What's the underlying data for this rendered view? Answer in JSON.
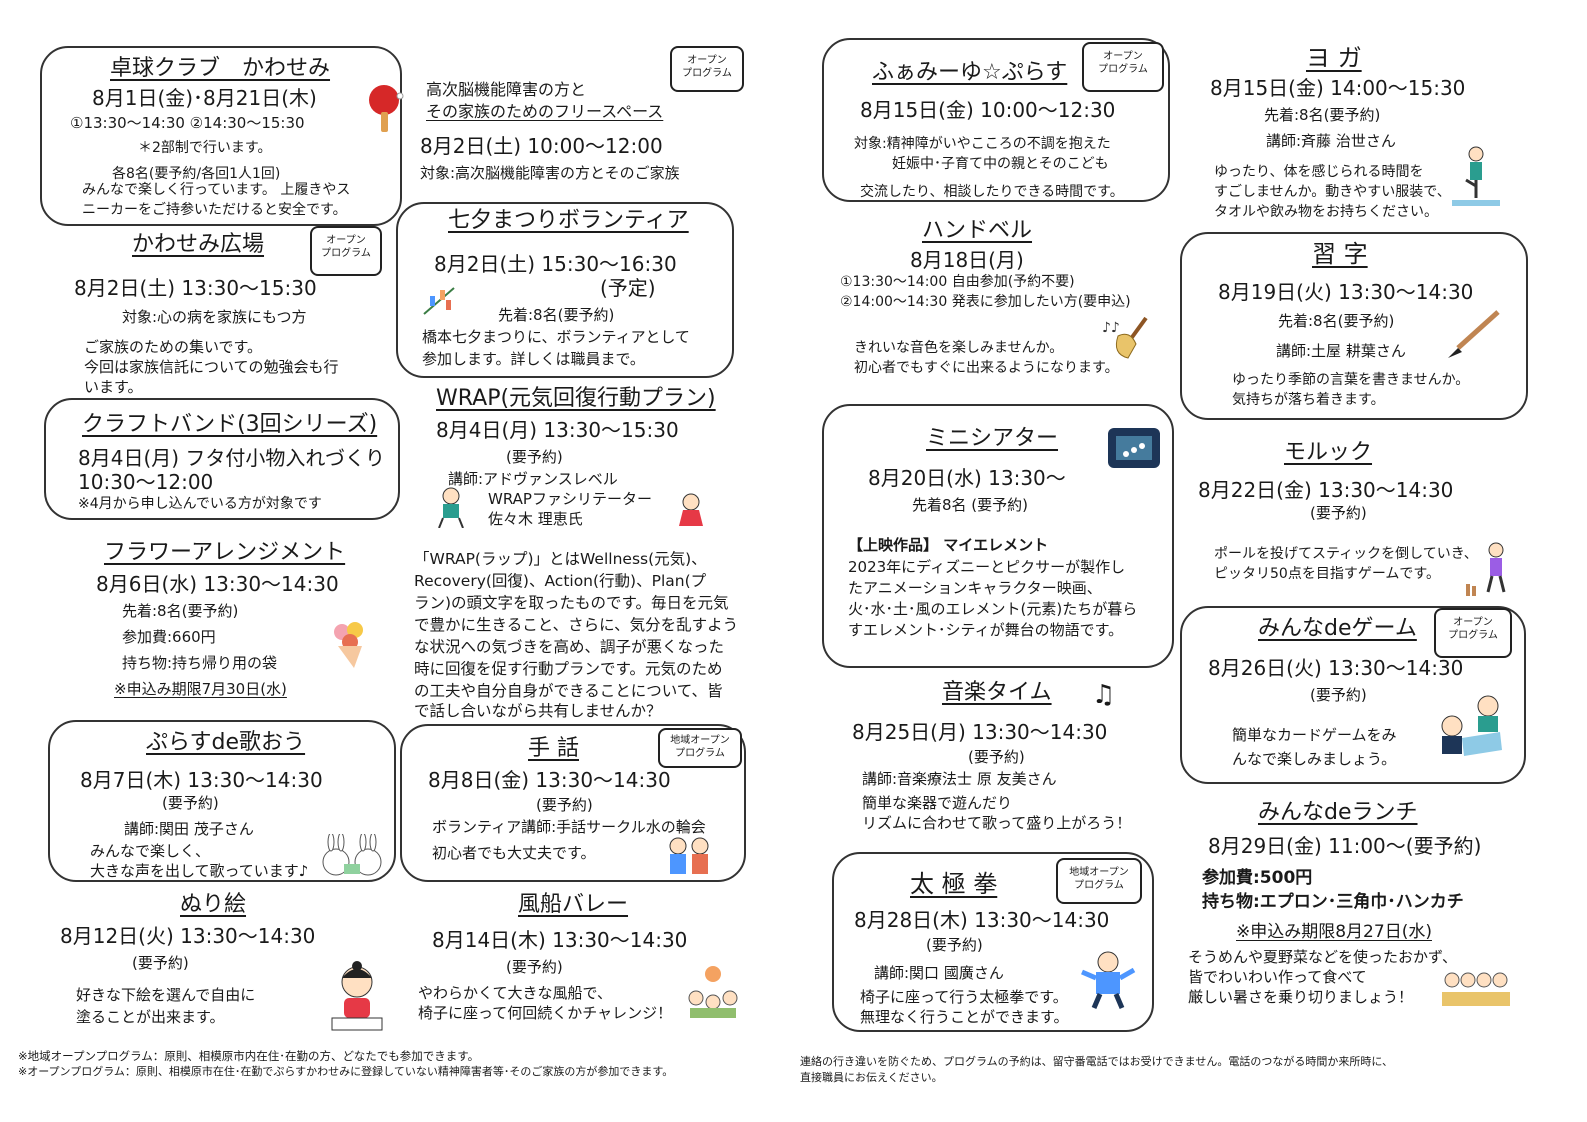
{
  "badges": {
    "open": [
      "オープン",
      "プログラム"
    ],
    "local_open": [
      "地域オープン",
      "プログラム"
    ]
  },
  "takkyu": {
    "title": "卓球クラブ　かわせみ",
    "date": "8月1日(金)･8月21日(木)",
    "times": "①13:30～14:30 ②14:30～15:30",
    "note": "＊2部制で行います。",
    "cap": "各8名(要予約/各回1人1回)",
    "desc1": "みんなで楽しく行っています。 上履きやス",
    "desc2": "ニーカーをご持参いただけると安全です。"
  },
  "koji": {
    "line1": "高次脳機能障害の方と",
    "line2": "その家族のためのフリースペース",
    "date": "8月2日(土) 10:00～12:00",
    "target": "対象:高次脳機能障害の方とそのご家族"
  },
  "hiroba": {
    "title": "かわせみ広場",
    "date": "8月2日(土) 13:30～15:30",
    "target": "対象:心の病を家族にもつ方",
    "desc1": "ご家族のための集いです。",
    "desc2": "今回は家族信託についての勉強会も行",
    "desc3": "います。"
  },
  "tanabata": {
    "title": "七夕まつりボランティア",
    "date": "8月2日(土)  15:30～16:30",
    "plan": "(予定)",
    "cap": "先着:8名(要予約)",
    "desc1": "橋本七夕まつりに、ボランティアとして",
    "desc2": "参加します。詳しくは職員まで。"
  },
  "craft": {
    "title": "クラフトバンド(3回シリーズ)",
    "line1": "8月4日(月)  フタ付小物入れづくり",
    "line2": "10:30～12:00",
    "note": "※4月から申し込んでいる方が対象です"
  },
  "wrap": {
    "title": "WRAP(元気回復行動プラン)",
    "date": "8月4日(月)  13:30～15:30",
    "rsv": "(要予約)",
    "lec1": "講師:アドヴァンスレベル",
    "lec2": "WRAPファシリテーター",
    "lec3": "佐々木  理恵氏",
    "desc": [
      "「WRAP(ラップ)」とはWellness(元気)、",
      "Recovery(回復)、Action(行動)、Plan(プ",
      "ラン)の頭文字を取ったものです。毎日を元気",
      "で豊かに生きること、さらに、気分を乱すよう",
      "な状況への気づきを高め、調子が悪くなった",
      "時に回復を促す行動プランです。元気のため",
      "の工夫や自分自身ができることについて、皆",
      "で話し合いながら共有しませんか？"
    ]
  },
  "flower": {
    "title": "フラワーアレンジメント",
    "date": "8月6日(水) 13:30～14:30",
    "cap": "先着:8名(要予約)",
    "fee": "参加費:660円",
    "bring": "持ち物:持ち帰り用の袋",
    "deadline": "※申込み期限7月30日(水)"
  },
  "utaou": {
    "title": "ぷらすde歌おう",
    "date": "8月7日(木)  13:30～14:30",
    "rsv": "(要予約)",
    "lec": "講師:関田  茂子さん",
    "desc1": "みんなで楽しく、",
    "desc2": "大きな声を出して歌っています♪"
  },
  "shuwa": {
    "title": "手  話",
    "date": "8月8日(金)  13:30～14:30",
    "rsv": "(要予約)",
    "lec": "ボランティア講師:手話サークル水の輪会",
    "desc": "初心者でも大丈夫です。"
  },
  "nurie": {
    "title": "ぬり絵",
    "date": "8月12日(火)  13:30～14:30",
    "rsv": "(要予約)",
    "desc1": "好きな下絵を選んで自由に",
    "desc2": "塗ることが出来ます。"
  },
  "fusen": {
    "title": "風船バレー",
    "date": "8月14日(木) 13:30～14:30",
    "rsv": "(要予約)",
    "desc1": "やわらかくて大きな風船で、",
    "desc2": "椅子に座って何回続くかチャレンジ！"
  },
  "famiyu": {
    "title": "ふぁみーゆ☆ぷらす",
    "date": "8月15日(金)  10:00～12:30",
    "target1": "対象:精神障がいやこころの不調を抱えた",
    "target2": "妊娠中･子育て中の親とそのこども",
    "desc": "交流したり、相談したりできる時間です。"
  },
  "yoga": {
    "title": "ヨ ガ",
    "date": "8月15日(金)  14:00～15:30",
    "cap": "先着:8名(要予約)",
    "lec": "講師:斉藤  治世さん",
    "desc1": "ゆったり、体を感じられる時間を",
    "desc2": "すごしませんか。動きやすい服装で、",
    "desc3": "タオルや飲み物をお持ちください。"
  },
  "handbell": {
    "title": "ハンドベル",
    "date": "8月18日(月)",
    "t1": "①13:30～14:00  自由参加(予約不要)",
    "t2": "②14:00～14:30  発表に参加したい方(要申込)",
    "desc1": "きれいな音色を楽しみませんか。",
    "desc2": "初心者でもすぐに出来るようになります。"
  },
  "shuji": {
    "title": "習 字",
    "date": "8月19日(火)  13:30～14:30",
    "cap": "先着:8名(要予約)",
    "lec": "講師:土屋  耕葉さん",
    "desc1": "ゆったり季節の言葉を書きませんか。",
    "desc2": "気持ちが落ち着きます。"
  },
  "theater": {
    "title": "ミニシアター",
    "date": "8月20日(水)  13:30～",
    "cap": "先着8名  (要予約)",
    "film": "【上映作品】 マイエレメント",
    "desc": [
      "2023年にディズニーとピクサーが製作し",
      "たアニメーションキャラクター映画、",
      "火･水･土･風のエレメント(元素)たちが暮ら",
      "すエレメント･シティが舞台の物語です。"
    ]
  },
  "molkky": {
    "title": "モルック",
    "date": "8月22日(金)  13:30～14:30",
    "rsv": "(要予約)",
    "desc1": "ポールを投げてスティックを倒していき、",
    "desc2": "ピッタリ50点を目指すゲームです。"
  },
  "ongaku": {
    "title": "音楽タイム",
    "date": "8月25日(月)  13:30～14:30",
    "rsv": "(要予約)",
    "lec": "講師:音楽療法士  原  友美さん",
    "desc1": "簡単な楽器で遊んだり",
    "desc2": "リズムに合わせて歌って盛り上がろう！"
  },
  "game": {
    "title": "みんなdeゲーム",
    "date": "8月26日(火)  13:30～14:30",
    "rsv": "(要予約)",
    "desc1": "簡単なカードゲームをみ",
    "desc2": "んなで楽しみましょう。"
  },
  "taikyoku": {
    "title": "太 極 拳",
    "date": "8月28日(木)  13:30～14:30",
    "rsv": "(要予約)",
    "lec": "講師:関口  國廣さん",
    "desc1": "椅子に座って行う太極拳です。",
    "desc2": "無理なく行うことができます。"
  },
  "lunch": {
    "title": "みんなdeランチ",
    "date": "8月29日(金)  11:00～(要予約)",
    "fee": "参加費:500円",
    "bring": "持ち物:エプロン･三角巾･ハンカチ",
    "deadline": "※申込み期限8月27日(水)",
    "desc1": "そうめんや夏野菜などを使ったおかず、",
    "desc2": "皆でわいわい作って食べて",
    "desc3": "厳しい暑さを乗り切りましょう！"
  },
  "footer": {
    "left1": "※地域オープンプログラム：原則、相模原市内在住･在勤の方、どなたでも参加できます。",
    "left2": "※オープンプログラム：原則、相模原市在住･在勤でぷらすかわせみに登録していない精神障害者等･そのご家族の方が参加できます。",
    "right1": "連絡の行き違いを防ぐため、プログラムの予約は、留守番電話ではお受けできません。電話のつながる時間か来所時に、",
    "right2": "直接職員にお伝えください。"
  },
  "colors": {
    "ink": "#1a1a1a",
    "border": "#333333",
    "paddle": "#d62828"
  }
}
